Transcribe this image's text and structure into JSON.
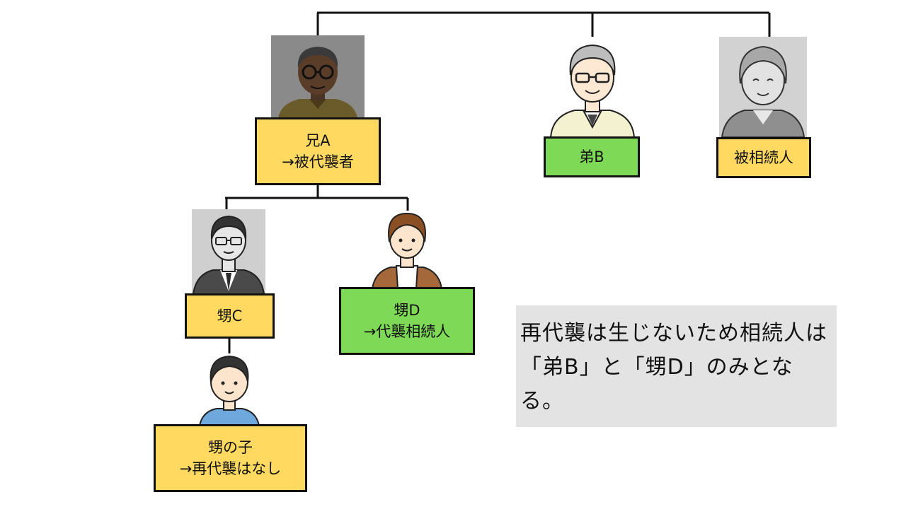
{
  "nodes": {
    "brother_a": {
      "line1": "兄A",
      "line2": "→被代襲者"
    },
    "brother_b": {
      "line1": "弟B"
    },
    "decedent": {
      "line1": "被相続人"
    },
    "nephew_c": {
      "line1": "甥C"
    },
    "nephew_d": {
      "line1": "甥D",
      "line2": "→代襲相続人"
    },
    "grandnephew": {
      "line1": "甥の子",
      "line2": "→再代襲はなし"
    }
  },
  "note": {
    "text": "再代襲は生じないため相続人は「弟B」と「甥D」のみとなる。"
  },
  "colors": {
    "yellow": "#ffd960",
    "green": "#7ed957",
    "note_bg": "#e3e3e3"
  },
  "icons": [
    "elderly-man-dark-icon",
    "elderly-man-glasses-icon",
    "elderly-woman-icon",
    "businessman-glasses-icon",
    "young-man-icon",
    "boy-icon"
  ]
}
